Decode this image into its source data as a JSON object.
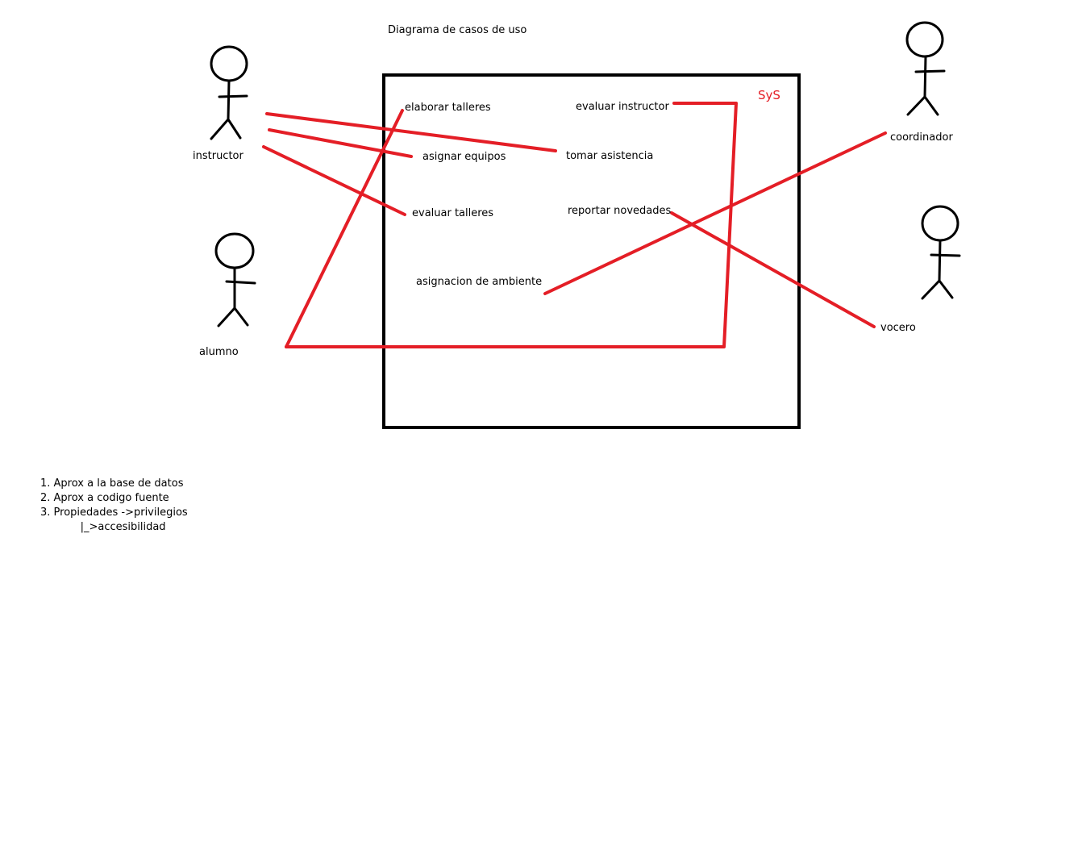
{
  "title": "Diagrama de casos de uso",
  "system": {
    "label": "SyS",
    "color": "#e41e26"
  },
  "colors": {
    "ink": "#000000",
    "association": "#e41e26"
  },
  "actors": [
    {
      "id": "instructor",
      "label": "instructor"
    },
    {
      "id": "alumno",
      "label": "alumno"
    },
    {
      "id": "coordinador",
      "label": "coordinador"
    },
    {
      "id": "vocero",
      "label": "vocero"
    }
  ],
  "use_cases": [
    {
      "id": "elaborar-talleres",
      "label": "elaborar talleres"
    },
    {
      "id": "asignar-equipos",
      "label": "asignar equipos"
    },
    {
      "id": "evaluar-talleres",
      "label": "evaluar talleres"
    },
    {
      "id": "asignacion-de-ambiente",
      "label": "asignacion de ambiente"
    },
    {
      "id": "evaluar-instructor",
      "label": "evaluar instructor"
    },
    {
      "id": "tomar-asistencia",
      "label": "tomar asistencia"
    },
    {
      "id": "reportar-novedades",
      "label": "reportar novedades"
    }
  ],
  "associations": [
    {
      "from": "instructor",
      "to": "tomar-asistencia"
    },
    {
      "from": "instructor",
      "to": "asignar-equipos"
    },
    {
      "from": "instructor",
      "to": "evaluar-talleres"
    },
    {
      "from": "alumno",
      "to": "elaborar-talleres"
    },
    {
      "from": "alumno",
      "to": "evaluar-instructor"
    },
    {
      "from": "coordinador",
      "to": "asignacion-de-ambiente"
    },
    {
      "from": "vocero",
      "to": "reportar-novedades"
    }
  ],
  "notes": {
    "line1": "1. Aprox a la base de datos",
    "line2": "2. Aprox a codigo fuente",
    "line3": "3. Propiedades ->privilegios",
    "line4": "            |_>accesibilidad"
  }
}
